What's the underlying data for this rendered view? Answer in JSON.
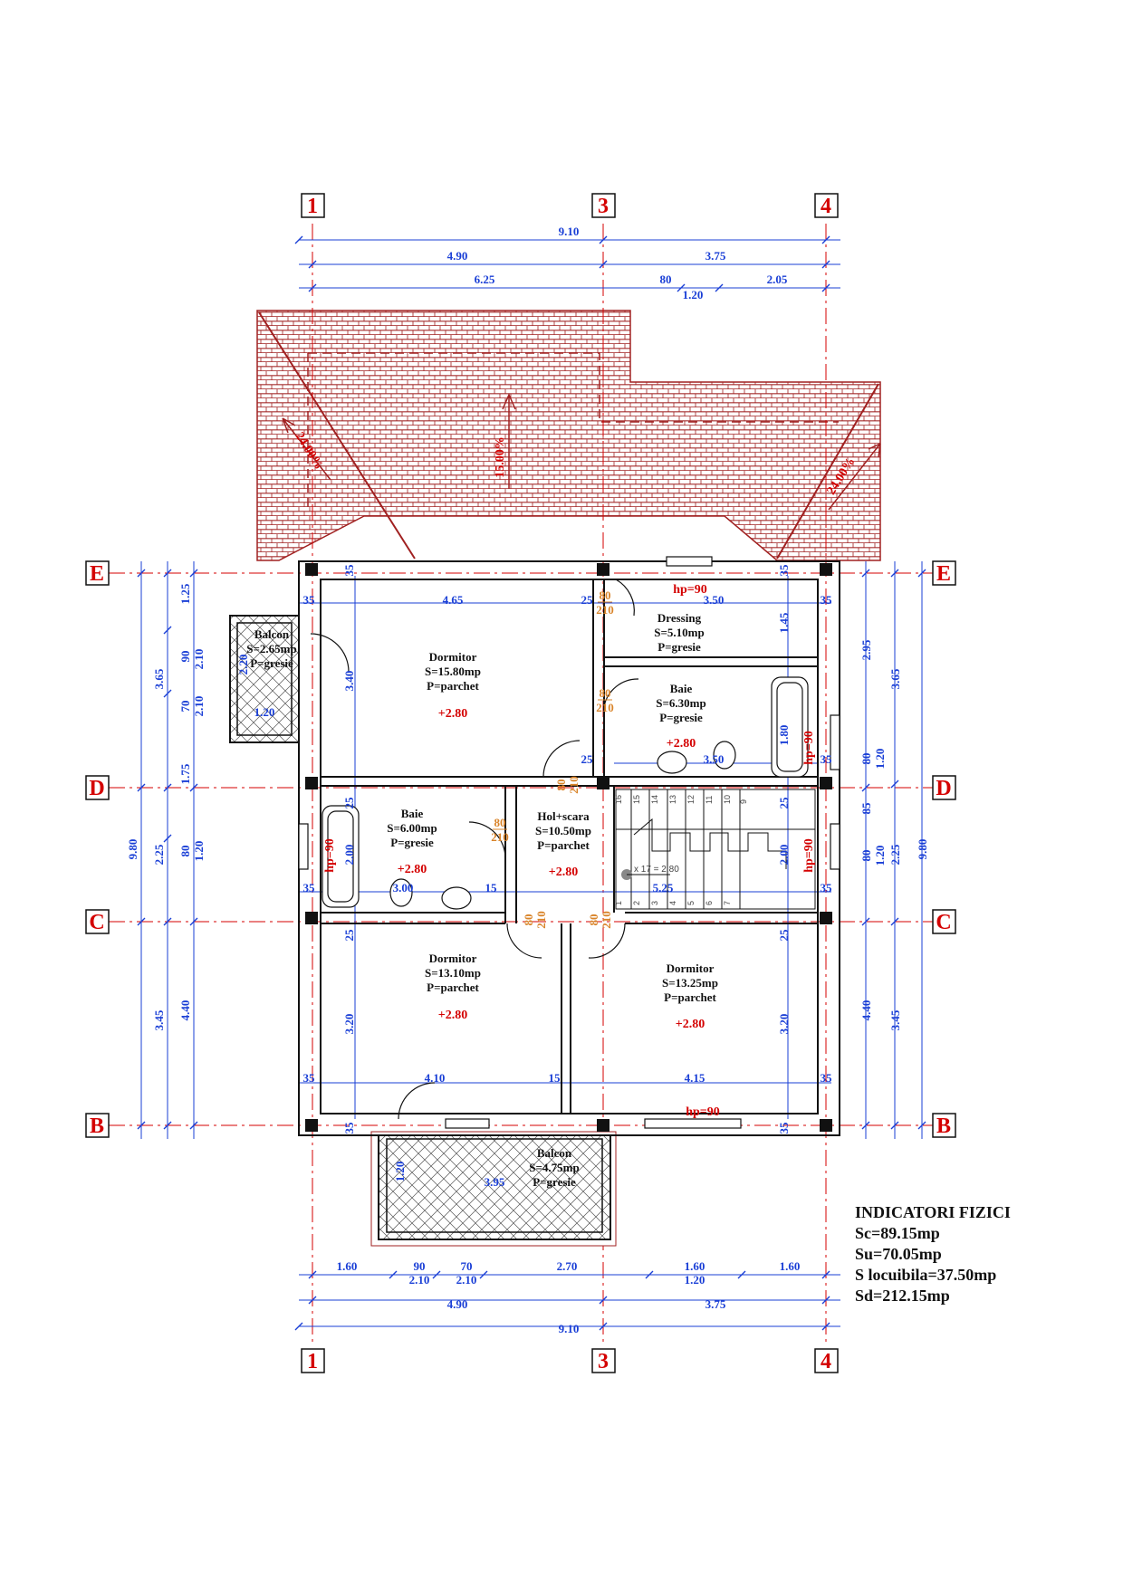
{
  "axes": {
    "vertical": [
      "1",
      "3",
      "4"
    ],
    "horizontal": [
      "E",
      "D",
      "C",
      "B"
    ]
  },
  "roof": {
    "slopes": [
      "24.00%",
      "15.00%",
      "24.00%"
    ]
  },
  "rooms": [
    {
      "name": "Balcon",
      "area": "S=2.65mp",
      "floor": "P=gresie"
    },
    {
      "name": "Dormitor",
      "area": "S=15.80mp",
      "floor": "P=parchet",
      "elev": "+2.80"
    },
    {
      "name": "Dressing",
      "area": "S=5.10mp",
      "floor": "P=gresie"
    },
    {
      "name": "Baie",
      "area": "S=6.30mp",
      "floor": "P=gresie",
      "elev": "+2.80"
    },
    {
      "name": "Baie",
      "area": "S=6.00mp",
      "floor": "P=gresie",
      "elev": "+2.80"
    },
    {
      "name": "Hol+scara",
      "area": "S=10.50mp",
      "floor": "P=parchet",
      "elev": "+2.80"
    },
    {
      "name": "Dormitor",
      "area": "S=13.10mp",
      "floor": "P=parchet",
      "elev": "+2.80"
    },
    {
      "name": "Dormitor",
      "area": "S=13.25mp",
      "floor": "P=parchet",
      "elev": "+2.80"
    },
    {
      "name": "Balcon",
      "area": "S=4.75mp",
      "floor": "P=gresie"
    }
  ],
  "dims": {
    "top_total": "9.10",
    "top_a": "4.90",
    "top_b": "3.75",
    "top_c": "6.25",
    "top_d": "80",
    "top_e": "1.20",
    "top_f": "2.05",
    "bot_a": "1.60",
    "bot_b": "90",
    "bot_c": "2.10",
    "bot_d": "70",
    "bot_e": "2.10",
    "bot_f": "2.70",
    "bot_g": "1.60",
    "bot_h": "1.20",
    "bot_i": "1.60",
    "bot_j": "4.90",
    "bot_k": "3.75",
    "bot_total": "9.10",
    "left_total": "9.80",
    "left_a": "3.65",
    "left_b": "2.25",
    "left_c": "3.45",
    "left_d": "1.25",
    "left_e": "90",
    "left_f": "70",
    "left_g": "2.10",
    "left_h": "2.10",
    "left_i": "1.75",
    "left_j": "80",
    "left_k": "1.20",
    "left_l": "4.40",
    "right_total": "9.80",
    "right_a": "3.65",
    "right_b": "2.25",
    "right_c": "3.45",
    "right_d": "2.95",
    "right_e": "80",
    "right_f": "1.20",
    "right_g": "85",
    "right_h": "80",
    "right_i": "1.20",
    "right_j": "4.40",
    "in_465": "4.65",
    "in_350": "3.50",
    "in_350b": "3.50",
    "in_340": "3.40",
    "in_145": "1.45",
    "in_180": "1.80",
    "in_200": "2.00",
    "in_200b": "2.00",
    "in_300": "3.00",
    "in_525": "5.25",
    "in_410": "4.10",
    "in_415": "4.15",
    "in_320": "3.20",
    "in_320b": "3.20",
    "in_395": "3.95",
    "in_120": "1.20",
    "in_120b": "1.20",
    "in_220": "2.20",
    "w35": "35",
    "w25": "25",
    "w15": "15",
    "hp90": "hp=90"
  },
  "doors": {
    "w": "80",
    "h": "210"
  },
  "stair_note": "x 17 = 2.80",
  "stair_steps": [
    "16",
    "15",
    "14",
    "13",
    "12",
    "11",
    "10",
    "9",
    "1",
    "2",
    "3",
    "4",
    "5",
    "6",
    "7"
  ],
  "indicators": {
    "title": "INDICATORI FIZICI",
    "sc": "Sc=89.15mp",
    "su": "Su=70.05mp",
    "sl": "S locuibila=37.50mp",
    "sd": "Sd=212.15mp"
  },
  "colors": {
    "axis": "#d40000",
    "dim": "#1a3fd6",
    "door": "#d9842a",
    "roof": "#a02020",
    "wall": "#111111"
  }
}
